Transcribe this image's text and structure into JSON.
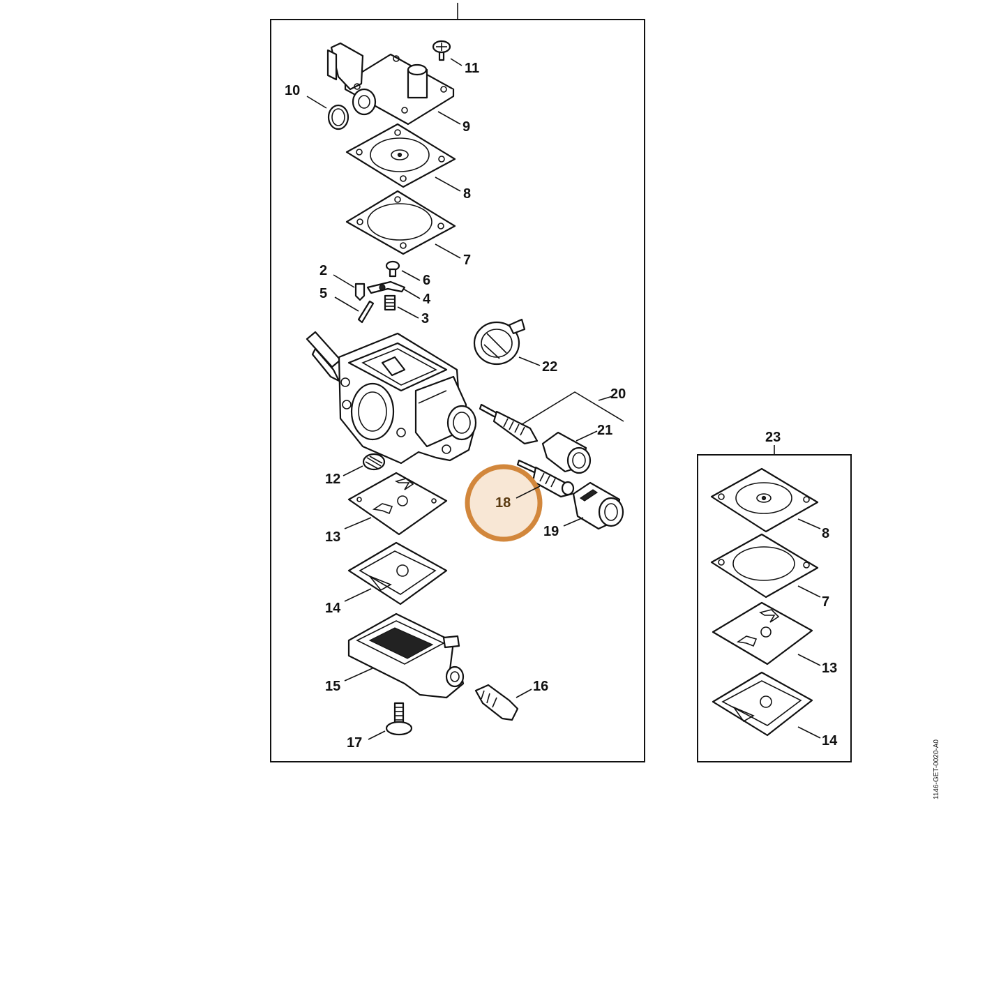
{
  "diagram": {
    "drawing_code": "1146-GET-0020-A0",
    "highlighted_part": "18",
    "highlight_color": "#D2873C",
    "labels": {
      "p2": "2",
      "p3": "3",
      "p4": "4",
      "p5": "5",
      "p6": "6",
      "p7": "7",
      "p8": "8",
      "p9": "9",
      "p10": "10",
      "p11": "11",
      "p12": "12",
      "p13": "13",
      "p14": "14",
      "p15": "15",
      "p16": "16",
      "p17": "17",
      "p18": "18",
      "p19": "19",
      "p20": "20",
      "p21": "21",
      "p22": "22",
      "p23": "23",
      "kit8": "8",
      "kit7": "7",
      "kit13": "13",
      "kit14": "14"
    }
  }
}
